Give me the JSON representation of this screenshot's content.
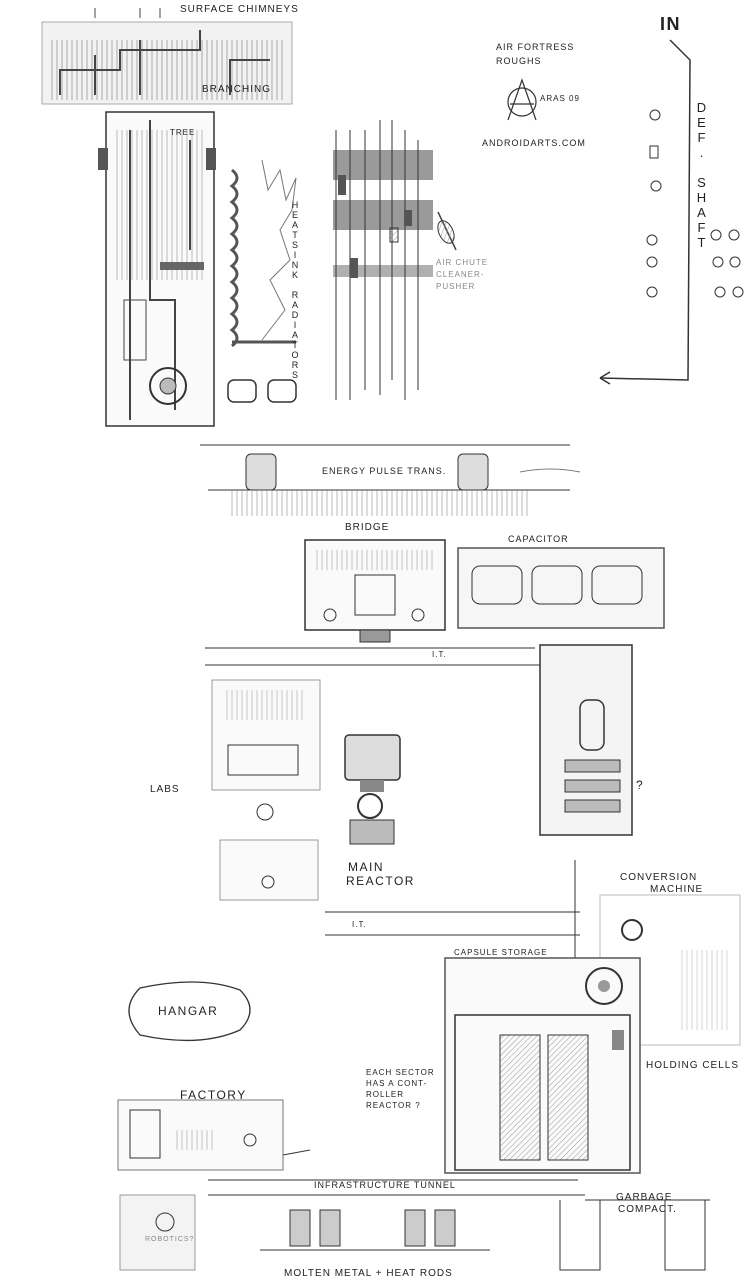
{
  "labels": {
    "surface_chimneys": "SURFACE CHIMNEYS",
    "branching": "BRANCHING",
    "tree": "TREE",
    "heatsink": "HEATSINK RADIATORS",
    "title_line1": "AIR FORTRESS",
    "title_line2": "ROUGHS",
    "signature": "ARAS 09",
    "website": "ANDROIDARTS.COM",
    "in": "IN",
    "def_shaft": "DEF. SHAFT",
    "air_chute_1": "AIR CHUTE",
    "air_chute_2": "CLEANER-",
    "air_chute_3": "PUSHER",
    "energy_pulse": "ENERGY PULSE TRANS.",
    "bridge": "BRIDGE",
    "capacitor": "CAPACITOR",
    "it_1": "I.T.",
    "labs": "LABS",
    "main_reactor_1": "MAIN",
    "main_reactor_2": "REACTOR",
    "question": "?",
    "conversion_1": "CONVERSION",
    "conversion_2": "MACHINE",
    "it_2": "I.T.",
    "capsule_storage": "CAPSULE STORAGE",
    "hangar": "HANGAR",
    "each_sector_1": "EACH SECTOR",
    "each_sector_2": "HAS A CONT-",
    "each_sector_3": "ROLLER",
    "each_sector_4": "REACTOR ?",
    "holding_cells": "HOLDING CELLS",
    "factory": "FACTORY",
    "infrastructure": "INFRASTRUCTURE TUNNEL",
    "garbage_1": "GARBAGE",
    "garbage_2": "COMPACT.",
    "molten": "MOLTEN METAL + HEAT RODS",
    "robotics": "ROBOTICS?"
  },
  "colors": {
    "ink": "#222222",
    "shade": "#9a9a9a",
    "light": "#c8c8c8",
    "paper": "#ffffff"
  }
}
